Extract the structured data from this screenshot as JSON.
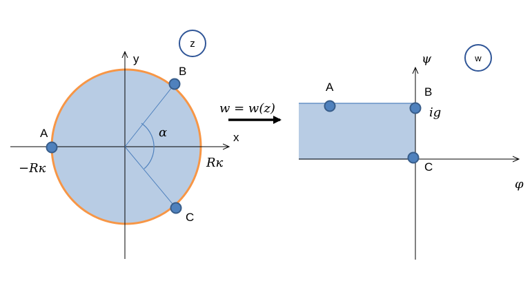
{
  "left_plane": {
    "badge": "z",
    "axis_x": "x",
    "axis_y": "y",
    "angle": "α",
    "left_radius": "−Rк",
    "right_radius": "Rк",
    "points": {
      "A": "A",
      "B": "B",
      "C": "C"
    }
  },
  "mapping": {
    "label": "w = w(z)"
  },
  "right_plane": {
    "badge": "w",
    "axis_h": "φ",
    "axis_v": "ψ",
    "top_value": "ig",
    "points": {
      "A": "A",
      "B": "B",
      "C": "C"
    }
  },
  "colors": {
    "fill": "#b8cce4",
    "circle_border": "#f79646",
    "rect_border": "#4f81bd",
    "point_fill": "#4f81bd",
    "point_stroke": "#385d8a",
    "badge_stroke": "#2f5597"
  }
}
